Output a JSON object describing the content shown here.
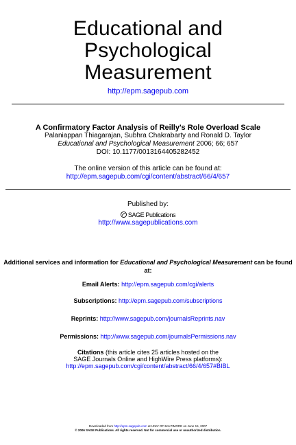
{
  "journal": {
    "title_lines": [
      "Educational and",
      "Psychological",
      "Measurement"
    ],
    "url": "http://epm.sagepub.com"
  },
  "article": {
    "title": "A Confirmatory Factor Analysis of Reilly's Role Overload Scale",
    "authors": "Palaniappan Thiagarajan, Subhra Chakrabarty and Ronald D. Taylor",
    "citation_journal": "Educational and Psychological Measurement",
    "citation_rest": " 2006; 66; 657",
    "doi": "DOI: 10.1177/0013164405282452"
  },
  "online": {
    "label": "The online version of this article can be found at:",
    "url": "http://epm.sagepub.com/cgi/content/abstract/66/4/657"
  },
  "publisher": {
    "label": "Published by:",
    "logo_text": "SAGE Publications",
    "url": "http://www.sagepublications.com"
  },
  "services": {
    "intro_prefix": "Additional services and information for ",
    "intro_journal": "Educational and Psychological Measurement",
    "intro_suffix": " can be found",
    "intro_line2": "at:",
    "items": [
      {
        "label": "Email Alerts:",
        "url": "http://epm.sagepub.com/cgi/alerts"
      },
      {
        "label": "Subscriptions:",
        "url": "http://epm.sagepub.com/subscriptions"
      },
      {
        "label": "Reprints:",
        "url": "http://www.sagepub.com/journalsReprints.nav"
      },
      {
        "label": "Permissions:",
        "url": "http://www.sagepub.com/journalsPermissions.nav"
      }
    ],
    "citations": {
      "label": "Citations",
      "text1": " (this article cites 25 articles hosted on the",
      "text2": "SAGE Journals Online and HighWire Press platforms):",
      "url": "http://epm.sagepub.com/cgi/content/abstract/66/4/657#BIBL"
    }
  },
  "footer": {
    "line1_prefix": "Downloaded from ",
    "line1_url": "http://epm.sagepub.com",
    "line1_suffix": " at UNIV OF BALTIMORE on June 15, 2007",
    "line2": "© 2006 SAGE Publications. All rights reserved. Not for commercial use or unauthorized distribution."
  }
}
